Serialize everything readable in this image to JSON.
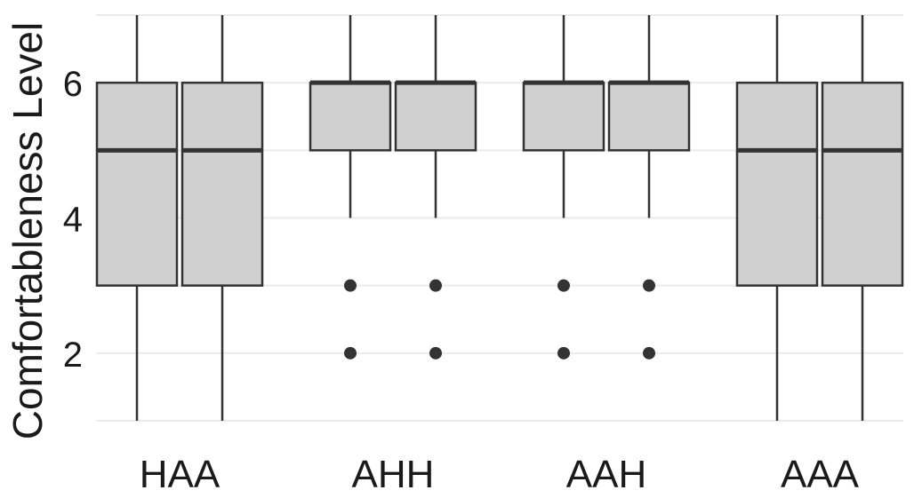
{
  "chart_data": {
    "type": "box",
    "title": "",
    "xlabel": "",
    "ylabel": "Comfortableness Level",
    "ylim": [
      1,
      7
    ],
    "yticks": [
      2,
      4,
      6
    ],
    "grid": true,
    "categories": [
      "HAA",
      "AHH",
      "AAH",
      "AAA"
    ],
    "series": [
      {
        "fill": "solid",
        "boxes": [
          {
            "category": "HAA",
            "whisker_low": 1,
            "q1": 3,
            "median": 5,
            "q3": 6,
            "whisker_high": 7,
            "outliers": []
          },
          {
            "category": "AHH",
            "whisker_low": 4,
            "q1": 5,
            "median": 6,
            "q3": 6,
            "whisker_high": 7,
            "outliers": [
              3,
              2
            ]
          },
          {
            "category": "AAH",
            "whisker_low": 4,
            "q1": 5,
            "median": 6,
            "q3": 6,
            "whisker_high": 7,
            "outliers": [
              3,
              2
            ]
          },
          {
            "category": "AAA",
            "whisker_low": 1,
            "q1": 3,
            "median": 5,
            "q3": 6,
            "whisker_high": 7,
            "outliers": []
          }
        ]
      },
      {
        "fill": "hatched",
        "boxes": [
          {
            "category": "HAA",
            "whisker_low": 1,
            "q1": 3,
            "median": 5,
            "q3": 6,
            "whisker_high": 7,
            "outliers": []
          },
          {
            "category": "AHH",
            "whisker_low": 4,
            "q1": 5,
            "median": 6,
            "q3": 6,
            "whisker_high": 7,
            "outliers": [
              3,
              2
            ]
          },
          {
            "category": "AAH",
            "whisker_low": 4,
            "q1": 5,
            "median": 6,
            "q3": 6,
            "whisker_high": 7,
            "outliers": [
              3,
              2
            ]
          },
          {
            "category": "AAA",
            "whisker_low": 1,
            "q1": 3,
            "median": 5,
            "q3": 6,
            "whisker_high": 7,
            "outliers": []
          }
        ]
      }
    ],
    "colors": {
      "box_fill": "#d0d0d0",
      "stroke": "#333333",
      "grid": "#ebebeb",
      "background": "#ffffff"
    }
  }
}
